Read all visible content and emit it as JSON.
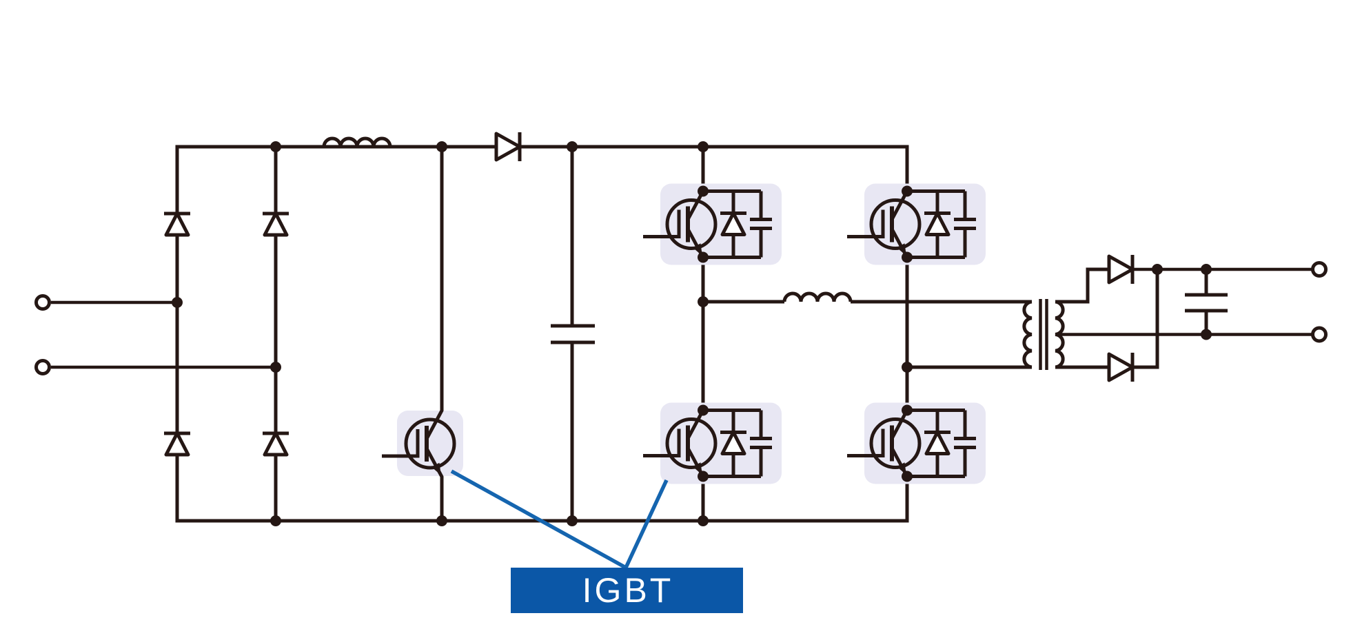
{
  "figure": {
    "type": "circuit-schematic",
    "description": "Switching power supply schematic: AC input bridge rectifier, boost chopper with IGBT, DC-link capacitor, four-IGBT full-bridge inverter, isolation transformer with center-tapped secondary, output rectifier and filter"
  },
  "colors": {
    "background": "#ffffff",
    "line": "#251714",
    "igbt_highlight": "#e8e7f3",
    "callout_blue": "#1565af",
    "label_box_blue": "#0b57a7",
    "label_text": "#ffffff"
  },
  "callout": {
    "label": "IGBT",
    "pointer_count": 2,
    "targets": [
      "boost-igbt",
      "bridge-igbt-lower-left"
    ]
  },
  "components": {
    "ac_input_terminals": 2,
    "bridge_rectifier_diodes": 4,
    "boost_inductor": 1,
    "boost_diode": 1,
    "dc_link_capacitor": 1,
    "igbt_switches": 5,
    "igbt_freewheel_diodes": 4,
    "igbt_snubber_capacitors": 4,
    "series_inductor": 1,
    "transformer_secondary": "center-tapped",
    "output_rectifier_diodes": 2,
    "output_filter_capacitor": 1,
    "dc_output_terminals": 2
  }
}
